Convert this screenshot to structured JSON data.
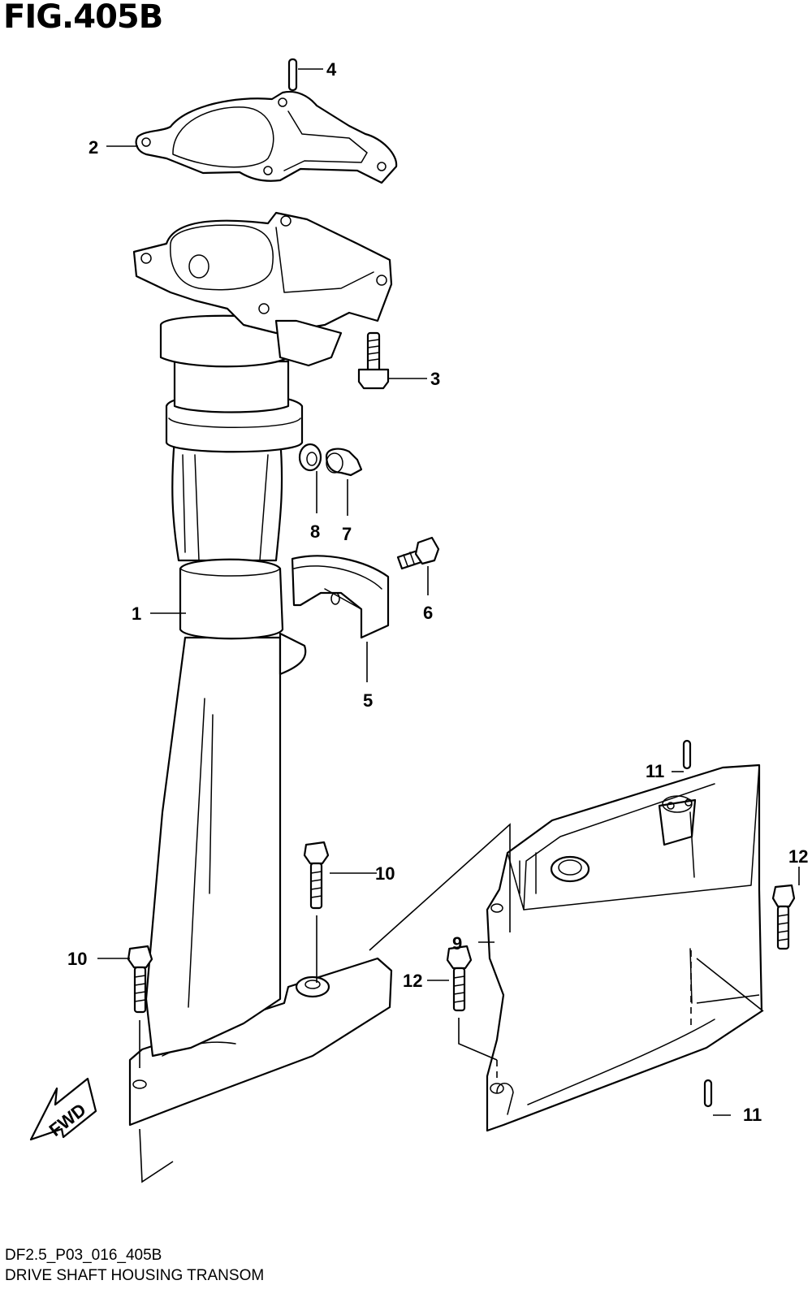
{
  "figure": {
    "title": "FIG.405B"
  },
  "callouts": [
    {
      "id": "1",
      "label": "1"
    },
    {
      "id": "2",
      "label": "2"
    },
    {
      "id": "3",
      "label": "3"
    },
    {
      "id": "4",
      "label": "4"
    },
    {
      "id": "5",
      "label": "5"
    },
    {
      "id": "6",
      "label": "6"
    },
    {
      "id": "7",
      "label": "7"
    },
    {
      "id": "8",
      "label": "8"
    },
    {
      "id": "9",
      "label": "9"
    },
    {
      "id": "10a",
      "label": "10"
    },
    {
      "id": "10b",
      "label": "10"
    },
    {
      "id": "11a",
      "label": "11"
    },
    {
      "id": "11b",
      "label": "11"
    },
    {
      "id": "12a",
      "label": "12"
    },
    {
      "id": "12b",
      "label": "12"
    }
  ],
  "direction_badge": {
    "label": "FWD"
  },
  "footer": {
    "code": "DF2.5_P03_016_405B",
    "caption": "DRIVE SHAFT HOUSING TRANSOM"
  }
}
